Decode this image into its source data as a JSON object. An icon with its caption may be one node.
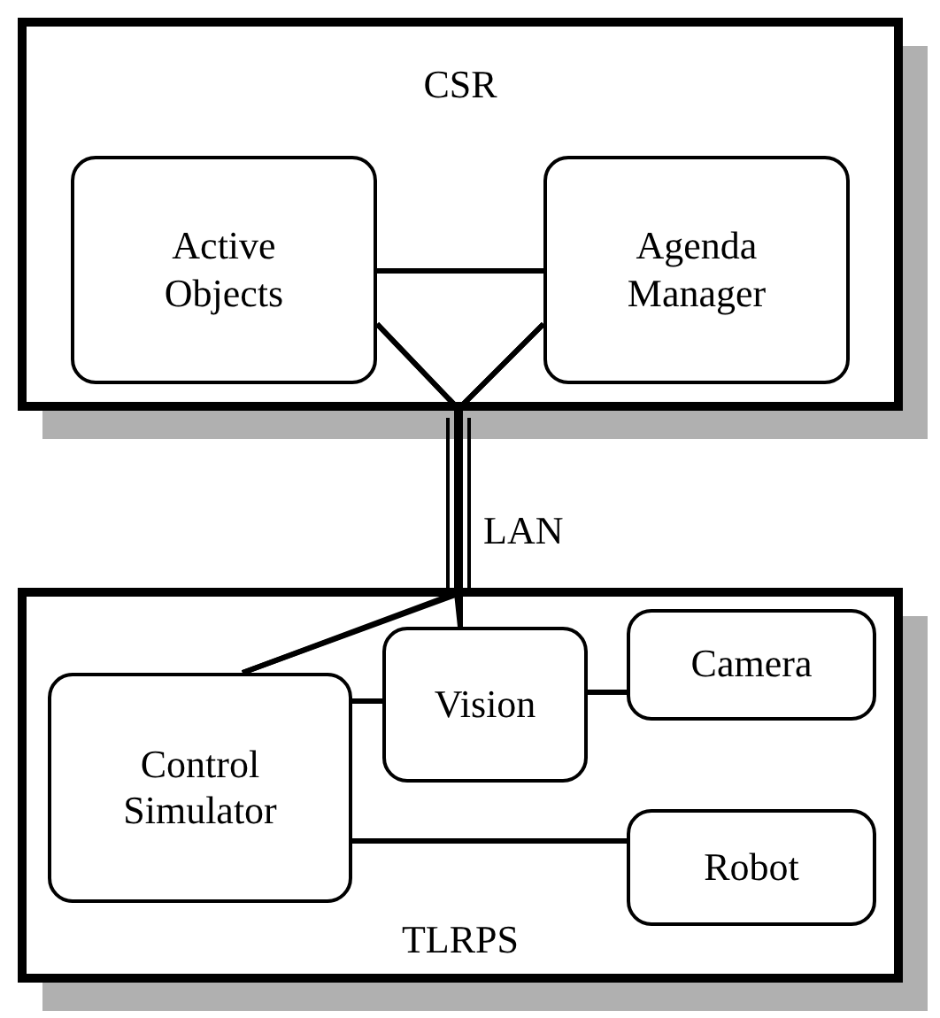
{
  "diagram": {
    "nodes": [
      {
        "text": [
          "CSR"
        ]
      },
      {
        "text": [
          "Active Objects"
        ],
        "in": 0
      },
      {
        "text": [
          "Agenda Manager"
        ],
        "in": 0
      },
      {
        "text": [
          "TLRPS"
        ]
      },
      {
        "text": [
          "Control Simulator"
        ],
        "in": 3
      },
      {
        "text": [
          "Vision"
        ],
        "in": 3
      },
      {
        "text": [
          "Camera"
        ],
        "in": 3
      },
      {
        "text": [
          "Robot"
        ],
        "in": 3
      }
    ],
    "edges": [
      {
        "from": 1,
        "to": 2,
        "arrow": "none"
      },
      {
        "from": 1,
        "to": 5,
        "arrow": "none"
      },
      {
        "from": 1,
        "to": 4,
        "arrow": "none"
      },
      {
        "from": 2,
        "to": 5,
        "arrow": "none"
      },
      {
        "from": 2,
        "to": 4,
        "arrow": "none"
      },
      {
        "from": 4,
        "to": 5,
        "arrow": "none"
      },
      {
        "from": 5,
        "to": 6,
        "arrow": "none"
      },
      {
        "from": 4,
        "to": 7,
        "arrow": "none"
      }
    ],
    "labels": [
      "LAN"
    ]
  }
}
